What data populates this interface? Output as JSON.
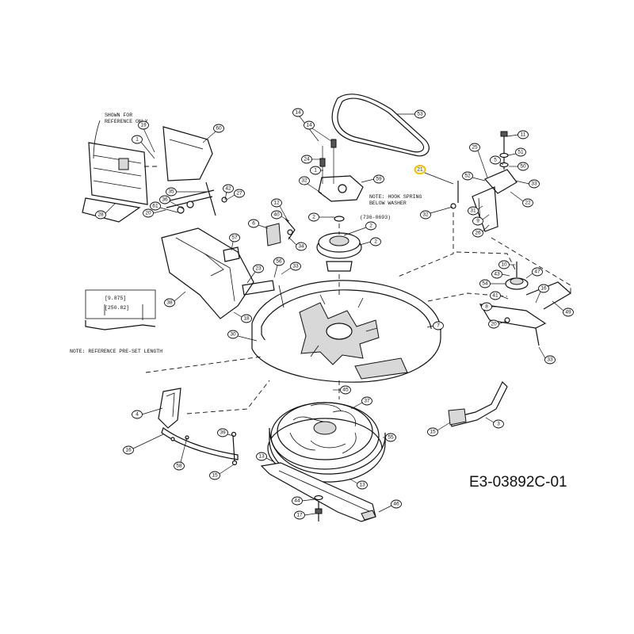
{
  "drawing_code": "E3-03892C-01",
  "notes": {
    "reference_only_line1": "SHOWN FOR",
    "reference_only_line2": "REFERENCE ONLY",
    "hook_spring_line1": "NOTE: HOOK SPRING",
    "hook_spring_line2": "BELOW WASHER",
    "preset_length": "NOTE: REFERENCE PRE-SET LENGTH",
    "part_number_ref": "(736-0693)"
  },
  "dimension_box": {
    "inches": "[9.875]",
    "millimeters": "[250.82]"
  },
  "highlight_color": "#f0c000",
  "callouts": [
    {
      "label": "19"
    },
    {
      "label": "1"
    },
    {
      "label": "60"
    },
    {
      "label": "35"
    },
    {
      "label": "42"
    },
    {
      "label": "27"
    },
    {
      "label": "36"
    },
    {
      "label": "61"
    },
    {
      "label": "20"
    },
    {
      "label": "28"
    },
    {
      "label": "14"
    },
    {
      "label": "14"
    },
    {
      "label": "53"
    },
    {
      "label": "24"
    },
    {
      "label": "1"
    },
    {
      "label": "32"
    },
    {
      "label": "59"
    },
    {
      "label": "21"
    },
    {
      "label": "12"
    },
    {
      "label": "40"
    },
    {
      "label": "2"
    },
    {
      "label": "2"
    },
    {
      "label": "6"
    },
    {
      "label": "34"
    },
    {
      "label": "2"
    },
    {
      "label": "25"
    },
    {
      "label": "11"
    },
    {
      "label": "5"
    },
    {
      "label": "51"
    },
    {
      "label": "50"
    },
    {
      "label": "52"
    },
    {
      "label": "33"
    },
    {
      "label": "32"
    },
    {
      "label": "31"
    },
    {
      "label": "22"
    },
    {
      "label": "9"
    },
    {
      "label": "26"
    },
    {
      "label": "57"
    },
    {
      "label": "56"
    },
    {
      "label": "33"
    },
    {
      "label": "23"
    },
    {
      "label": "10"
    },
    {
      "label": "43"
    },
    {
      "label": "47"
    },
    {
      "label": "54"
    },
    {
      "label": "16"
    },
    {
      "label": "41"
    },
    {
      "label": "8"
    },
    {
      "label": "49"
    },
    {
      "label": "20"
    },
    {
      "label": "38"
    },
    {
      "label": "18"
    },
    {
      "label": "30"
    },
    {
      "label": "7"
    },
    {
      "label": "33"
    },
    {
      "label": "45"
    },
    {
      "label": "4"
    },
    {
      "label": "37"
    },
    {
      "label": "3"
    },
    {
      "label": "15"
    },
    {
      "label": "16"
    },
    {
      "label": "39"
    },
    {
      "label": "58"
    },
    {
      "label": "55"
    },
    {
      "label": "13"
    },
    {
      "label": "15"
    },
    {
      "label": "13"
    },
    {
      "label": "44"
    },
    {
      "label": "46"
    },
    {
      "label": "17"
    }
  ]
}
